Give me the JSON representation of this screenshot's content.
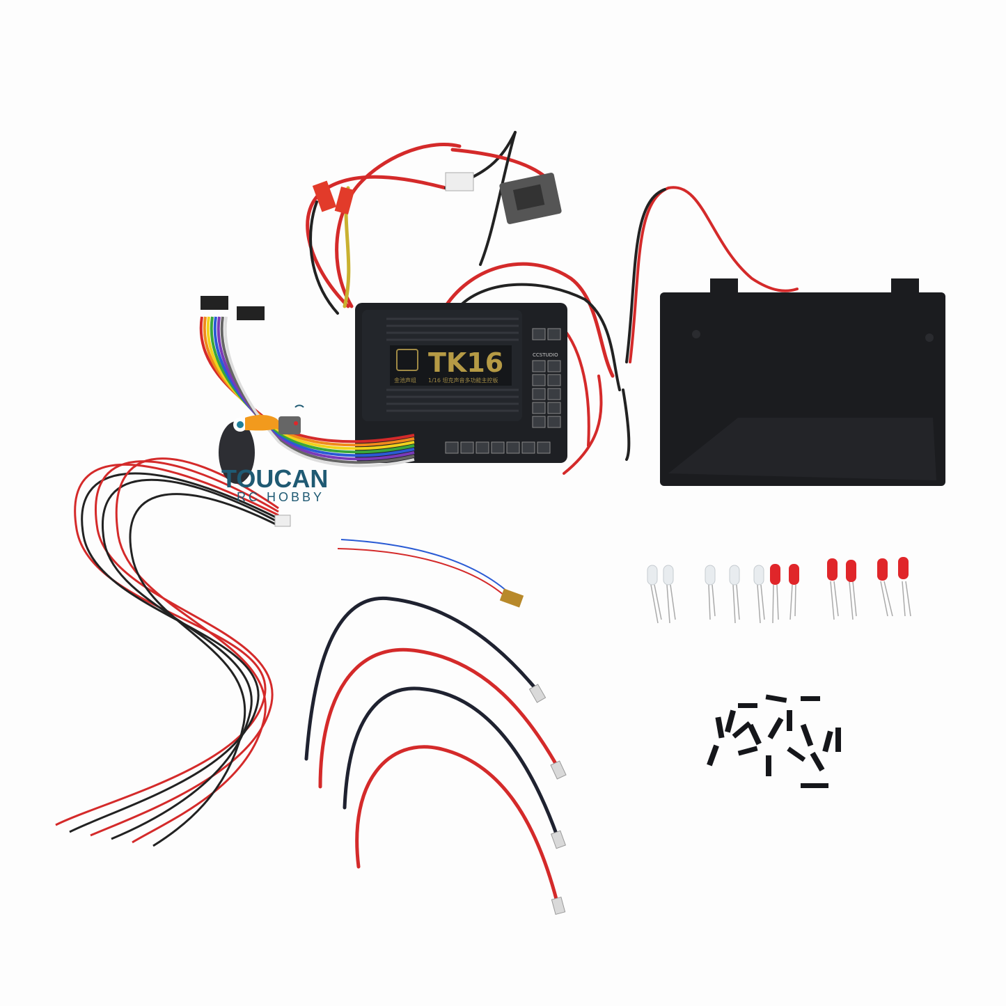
{
  "product": {
    "board_model": "TK16",
    "board_brand_cn": "金池声组",
    "board_subtitle": "1/16 坦克声音多功能主控板",
    "board_port_label": "CCSTUDIO"
  },
  "watermark": {
    "line1": "TOUCAN",
    "line2": "RC HOBBY"
  },
  "colors": {
    "background": "#fdfdfd",
    "board": "#1e2024",
    "battery_box": "#1b1c1f",
    "wire_red": "#d42a2a",
    "wire_black": "#1f2230",
    "led_red": "#e0262a",
    "gold_text": "#b59a45"
  }
}
